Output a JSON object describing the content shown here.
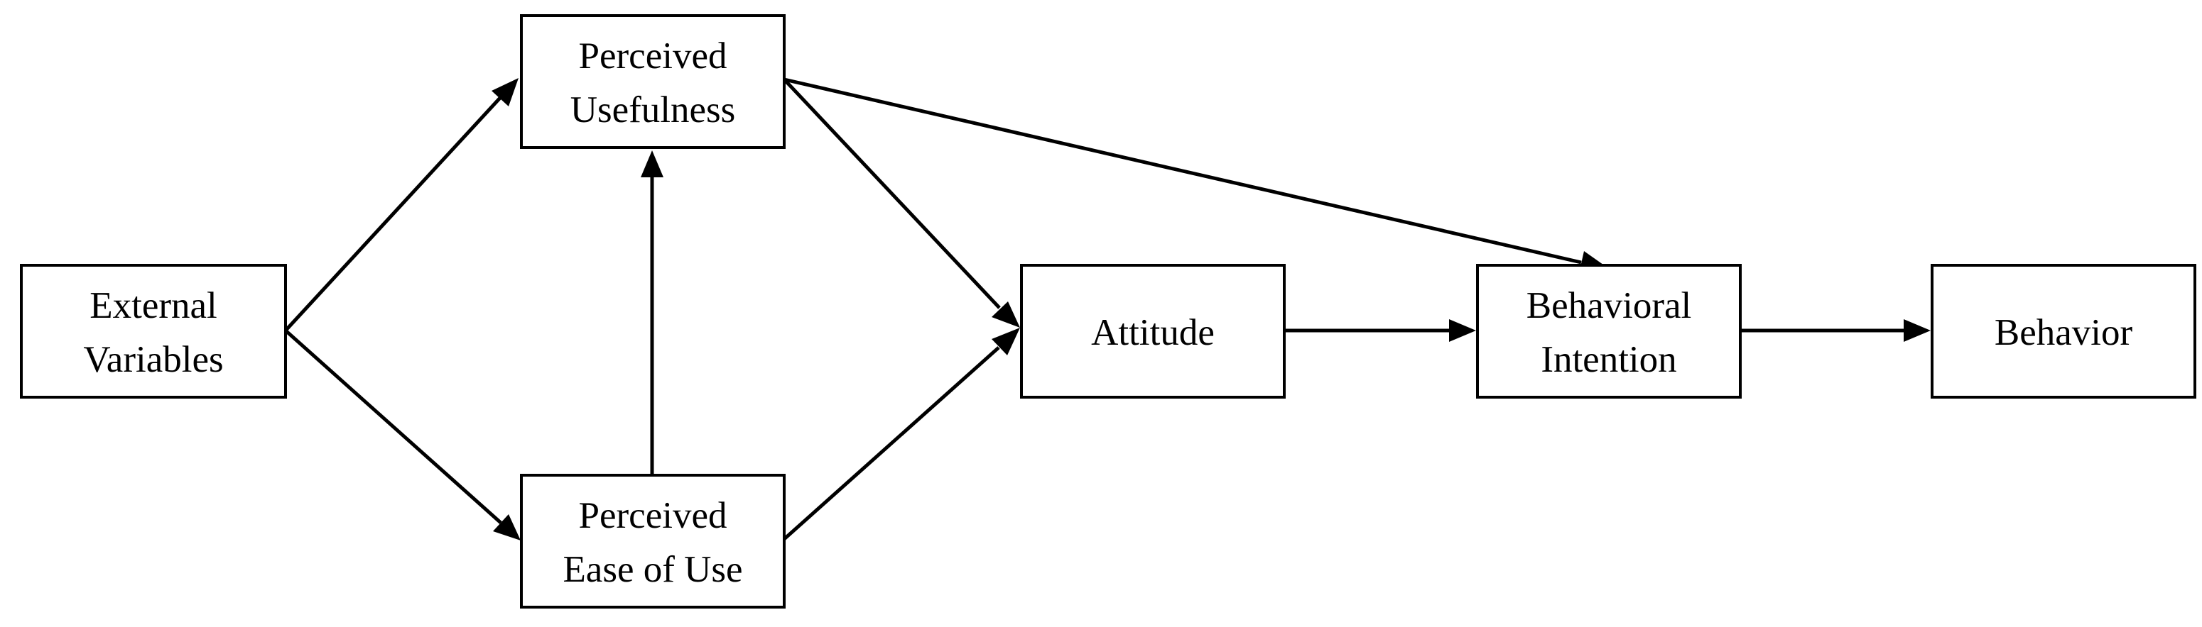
{
  "diagram": {
    "nodes": {
      "external": {
        "line1": "External",
        "line2": "Variables"
      },
      "usefulness": {
        "line1": "Perceived",
        "line2": "Usefulness"
      },
      "ease": {
        "line1": "Perceived",
        "line2": "Ease of Use"
      },
      "attitude": {
        "line1": "Attitude"
      },
      "intention": {
        "line1": "Behavioral",
        "line2": "Intention"
      },
      "behavior": {
        "line1": "Behavior"
      }
    },
    "edges": [
      {
        "from": "External Variables",
        "to": "Perceived Usefulness"
      },
      {
        "from": "External Variables",
        "to": "Perceived Ease of Use"
      },
      {
        "from": "Perceived Ease of Use",
        "to": "Perceived Usefulness"
      },
      {
        "from": "Perceived Usefulness",
        "to": "Attitude"
      },
      {
        "from": "Perceived Ease of Use",
        "to": "Attitude"
      },
      {
        "from": "Perceived Usefulness",
        "to": "Behavioral Intention"
      },
      {
        "from": "Attitude",
        "to": "Behavioral Intention"
      },
      {
        "from": "Behavioral Intention",
        "to": "Behavior"
      }
    ]
  }
}
